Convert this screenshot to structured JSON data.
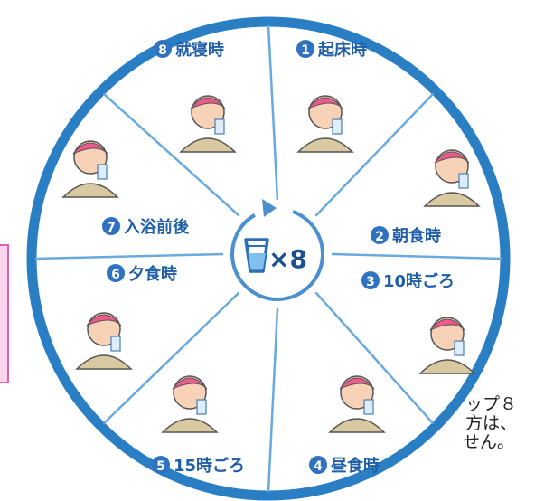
{
  "colors": {
    "ring": "#2a7ec4",
    "spoke": "#6aa9dc",
    "badge": "#2f72c0",
    "label": "#1f5fa8",
    "side_box_fill": "#ffd6ee",
    "side_box_border": "#e060b8"
  },
  "background_text": {
    "line1": "ップ８",
    "line2": "方は、",
    "line3": "せん。"
  },
  "center": {
    "icon": "cup-icon",
    "label": "×8"
  },
  "segments": [
    {
      "number": "1",
      "label": "起床時",
      "icon": "wake-up-figure-icon"
    },
    {
      "number": "2",
      "label": "朝食時",
      "icon": "breakfast-figure-icon"
    },
    {
      "number": "3",
      "label": "10時ごろ",
      "icon": "ten-oclock-figure-icon"
    },
    {
      "number": "4",
      "label": "昼食時",
      "icon": "lunch-figure-icon"
    },
    {
      "number": "5",
      "label": "15時ごろ",
      "icon": "three-oclock-figure-icon"
    },
    {
      "number": "6",
      "label": "夕食時",
      "icon": "dinner-figure-icon"
    },
    {
      "number": "7",
      "label": "入浴前後",
      "icon": "bath-figure-icon"
    },
    {
      "number": "8",
      "label": "就寝時",
      "icon": "bedtime-figure-icon"
    }
  ]
}
